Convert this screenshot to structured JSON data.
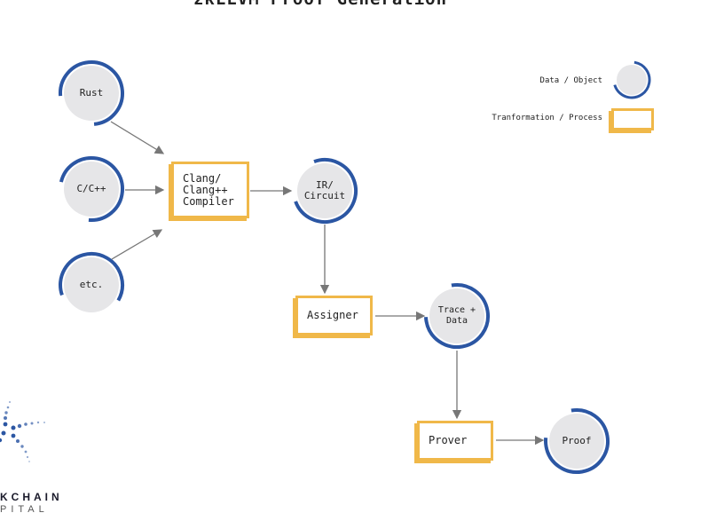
{
  "title": "zkLLVM Proof Generation",
  "legend": {
    "data_object": "Data / Object",
    "transformation_process": "Tranformation / Process"
  },
  "nodes": {
    "rust": "Rust",
    "cpp": "C/C++",
    "etc": "etc.",
    "compiler": "Clang/\nClang++\nCompiler",
    "ir": "IR/\nCircuit",
    "assigner": "Assigner",
    "trace": "Trace +\nData",
    "prover": "Prover",
    "proof": "Proof"
  },
  "logo": {
    "line1": "KCHAIN",
    "line2": "PITAL"
  },
  "colors": {
    "arc": "#2b56a3",
    "circle_fill": "#e6e6e8",
    "box_border": "#f0b849",
    "arrow": "#777777"
  }
}
